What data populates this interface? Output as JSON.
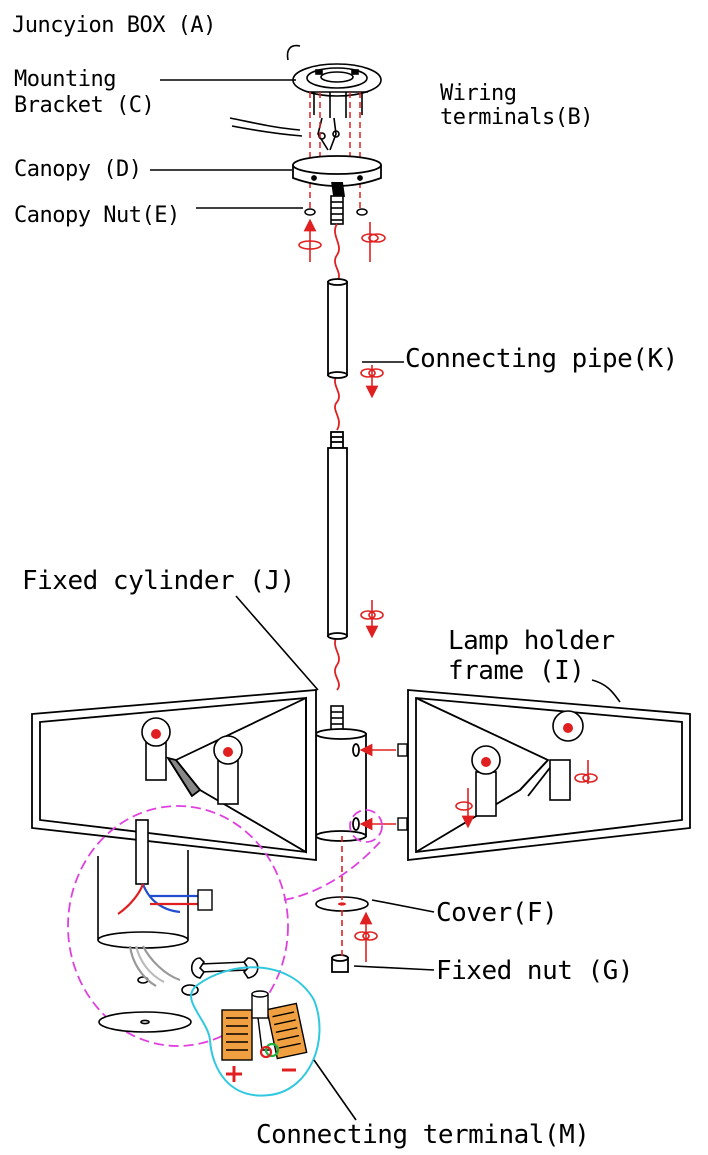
{
  "labels": {
    "junction_box": "Juncyion BOX (A)",
    "mounting_bracket": [
      "Mounting",
      "Bracket (C)"
    ],
    "wiring_terminals": [
      "Wiring",
      "terminals(B)"
    ],
    "canopy": "Canopy (D)",
    "canopy_nut": "Canopy Nut(E)",
    "connecting_pipe": "Connecting pipe(K)",
    "fixed_cylinder": "Fixed cylinder (J)",
    "lamp_holder_frame": [
      "Lamp holder",
      "frame (I)"
    ],
    "cover": "Cover(F)",
    "fixed_nut": "Fixed nut (G)",
    "connecting_terminal": "Connecting terminal(M)"
  },
  "polarity": {
    "plus": "+",
    "minus": "−"
  },
  "colors": {
    "line": "#000000",
    "arrow": "#e02020",
    "detail_outline": "#e040e0",
    "terminal_outline": "#30c8e0",
    "terminal_block": "#f0a040",
    "wire_blue": "#1f4fd0",
    "wire_green": "#20b040"
  }
}
